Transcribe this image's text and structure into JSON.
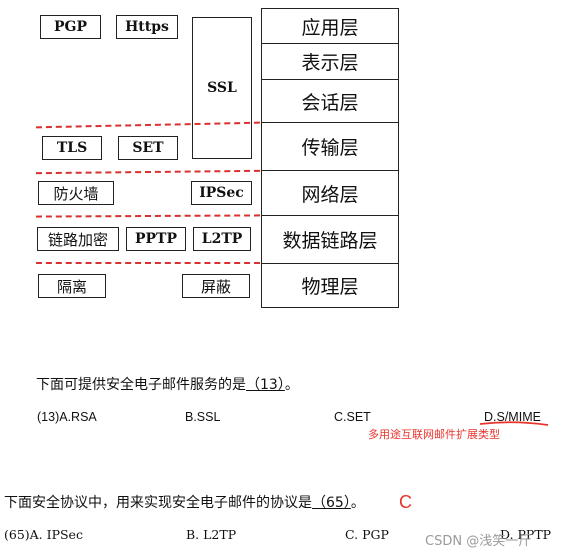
{
  "diagram": {
    "app_layer_protocols": [
      "PGP",
      "Https"
    ],
    "ssl": "SSL",
    "transport_protocols": [
      "TLS",
      "SET"
    ],
    "network_protocols": [
      "防火墙",
      "IPSec"
    ],
    "link_protocols": [
      "链路加密",
      "PPTP",
      "L2TP"
    ],
    "physical_protocols": [
      "隔离",
      "屏蔽"
    ],
    "layers": [
      "应用层",
      "表示层",
      "会话层",
      "传输层",
      "网络层",
      "数据链路层",
      "物理层"
    ]
  },
  "question13": {
    "text_before": "下面可提供安全电子邮件服务的是",
    "blank": "（13）",
    "text_after": "。",
    "options": [
      "(13)A.RSA",
      "B.SSL",
      "C.SET",
      "D.S/MIME"
    ],
    "annotation": "多用途互联网邮件扩展类型"
  },
  "question65": {
    "text_before": "下面安全协议中，用来实现安全电子邮件的协议是",
    "blank": "（65）",
    "text_after": "。",
    "answer_mark": "C",
    "options": [
      "(65)A. IPSec",
      "B. L2TP",
      "C. PGP",
      "D. PPTP"
    ]
  },
  "watermark": "CSDN @浅笑一斤"
}
